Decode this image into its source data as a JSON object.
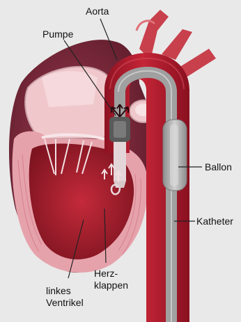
{
  "labels": {
    "aorta": "Aorta",
    "pump": "Pumpe",
    "balloon": "Ballon",
    "catheter": "Katheter",
    "heart_valves_line1": "Herz-",
    "heart_valves_line2": "klappen",
    "left_ventricle_line1": "linkes",
    "left_ventricle_line2": "Ventrikel"
  },
  "colors": {
    "background": "#e9e9e9",
    "artery": "#b01c2c",
    "artery_dark": "#7a0f1c",
    "heart_outer": "#7a2a3c",
    "heart_wall": "#e8a4ae",
    "chamber": "#a81e2e",
    "catheter": "#9a9a9a",
    "balloon": "#b7b7b7",
    "label_line": "#222222"
  }
}
